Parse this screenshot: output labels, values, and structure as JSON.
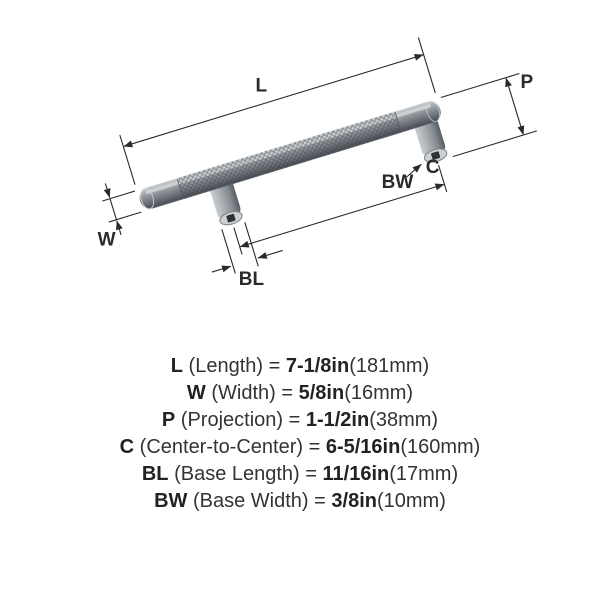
{
  "diagram": {
    "labels": {
      "L": "L",
      "P": "P",
      "BW": "BW",
      "C": "C",
      "W": "W",
      "BL": "BL"
    }
  },
  "specs": [
    {
      "key": "L",
      "desc": "(Length) =",
      "value": "7-1/8in",
      "metric": "(181mm)"
    },
    {
      "key": "W",
      "desc": "(Width) =",
      "value": "5/8in",
      "metric": "(16mm)"
    },
    {
      "key": "P",
      "desc": "(Projection) =",
      "value": "1-1/2in",
      "metric": "(38mm)"
    },
    {
      "key": "C",
      "desc": "(Center-to-Center) =",
      "value": "6-5/16in",
      "metric": "(160mm)"
    },
    {
      "key": "BL",
      "desc": "(Base Length) =",
      "value": "11/16in",
      "metric": "(17mm)"
    },
    {
      "key": "BW",
      "desc": "(Base Width) =",
      "value": "3/8in",
      "metric": "(10mm)"
    }
  ],
  "colors": {
    "line": "#2a2a2a",
    "text": "#2e2e2e",
    "metal_light": "#cdd1d4",
    "metal_dark": "#575d63"
  }
}
